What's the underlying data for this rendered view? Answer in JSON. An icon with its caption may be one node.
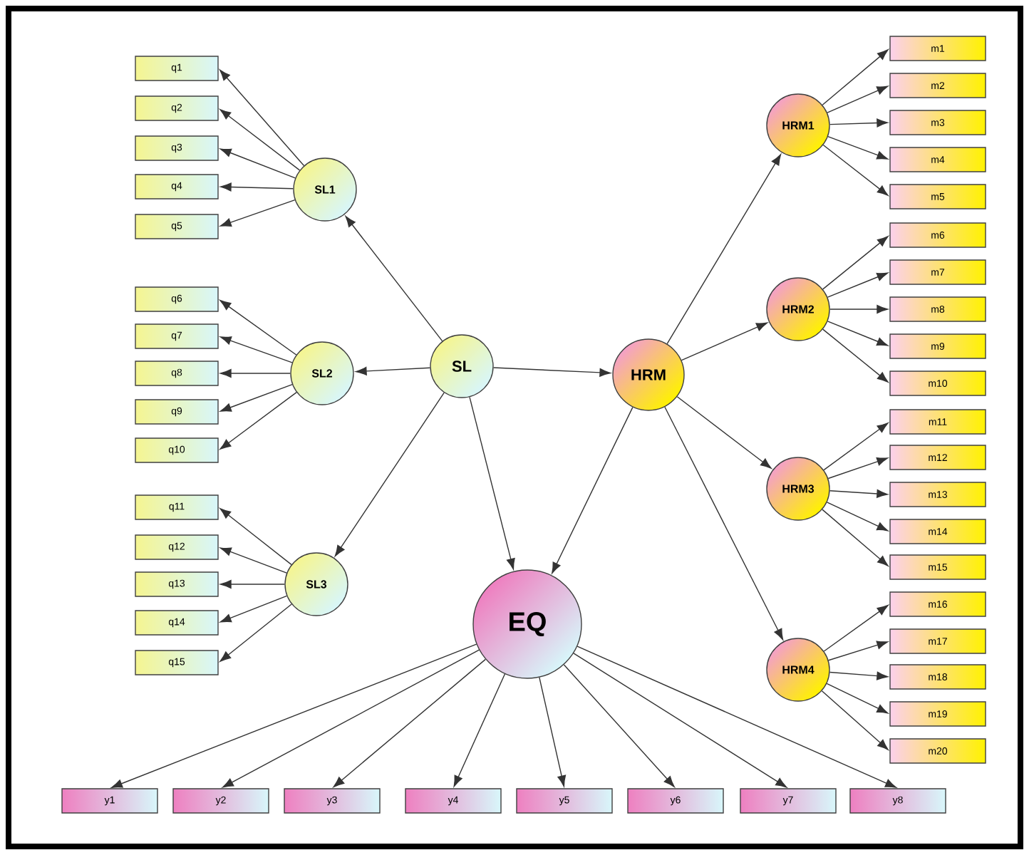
{
  "diagram": {
    "nodes": [
      {
        "text": [
          "SL"
        ]
      },
      {
        "text": [
          "HRM"
        ]
      },
      {
        "text": [
          "EQ"
        ]
      },
      {
        "text": [
          "SL1"
        ]
      },
      {
        "text": [
          "SL2"
        ]
      },
      {
        "text": [
          "SL3"
        ]
      },
      {
        "text": [
          "HRM1"
        ]
      },
      {
        "text": [
          "HRM2"
        ]
      },
      {
        "text": [
          "HRM3"
        ]
      },
      {
        "text": [
          "HRM4"
        ]
      },
      {
        "text": [
          "q1"
        ]
      },
      {
        "text": [
          "q2"
        ]
      },
      {
        "text": [
          "q3"
        ]
      },
      {
        "text": [
          "q4"
        ]
      },
      {
        "text": [
          "q5"
        ]
      },
      {
        "text": [
          "q6"
        ]
      },
      {
        "text": [
          "q7"
        ]
      },
      {
        "text": [
          "q8"
        ]
      },
      {
        "text": [
          "q9"
        ]
      },
      {
        "text": [
          "q10"
        ]
      },
      {
        "text": [
          "q11"
        ]
      },
      {
        "text": [
          "q12"
        ]
      },
      {
        "text": [
          "q13"
        ]
      },
      {
        "text": [
          "q14"
        ]
      },
      {
        "text": [
          "q15"
        ]
      },
      {
        "text": [
          "m1"
        ]
      },
      {
        "text": [
          "m2"
        ]
      },
      {
        "text": [
          "m3"
        ]
      },
      {
        "text": [
          "m4"
        ]
      },
      {
        "text": [
          "m5"
        ]
      },
      {
        "text": [
          "m6"
        ]
      },
      {
        "text": [
          "m7"
        ]
      },
      {
        "text": [
          "m8"
        ]
      },
      {
        "text": [
          "m9"
        ]
      },
      {
        "text": [
          "m10"
        ]
      },
      {
        "text": [
          "m11"
        ]
      },
      {
        "text": [
          "m12"
        ]
      },
      {
        "text": [
          "m13"
        ]
      },
      {
        "text": [
          "m14"
        ]
      },
      {
        "text": [
          "m15"
        ]
      },
      {
        "text": [
          "m16"
        ]
      },
      {
        "text": [
          "m17"
        ]
      },
      {
        "text": [
          "m18"
        ]
      },
      {
        "text": [
          "m19"
        ]
      },
      {
        "text": [
          "m20"
        ]
      },
      {
        "text": [
          "y1"
        ]
      },
      {
        "text": [
          "y2"
        ]
      },
      {
        "text": [
          "y3"
        ]
      },
      {
        "text": [
          "y4"
        ]
      },
      {
        "text": [
          "y5"
        ]
      },
      {
        "text": [
          "y6"
        ]
      },
      {
        "text": [
          "y7"
        ]
      },
      {
        "text": [
          "y8"
        ]
      }
    ],
    "edges": [
      {
        "from": 0,
        "to": 3,
        "arrow": "to"
      },
      {
        "from": 0,
        "to": 4,
        "arrow": "to"
      },
      {
        "from": 0,
        "to": 5,
        "arrow": "to"
      },
      {
        "from": 0,
        "to": 1,
        "arrow": "to"
      },
      {
        "from": 0,
        "to": 2,
        "arrow": "to"
      },
      {
        "from": 1,
        "to": 6,
        "arrow": "to"
      },
      {
        "from": 1,
        "to": 7,
        "arrow": "to"
      },
      {
        "from": 1,
        "to": 8,
        "arrow": "to"
      },
      {
        "from": 1,
        "to": 9,
        "arrow": "to"
      },
      {
        "from": 1,
        "to": 2,
        "arrow": "to"
      },
      {
        "from": 3,
        "to": 10,
        "arrow": "to"
      },
      {
        "from": 3,
        "to": 11,
        "arrow": "to"
      },
      {
        "from": 3,
        "to": 12,
        "arrow": "to"
      },
      {
        "from": 3,
        "to": 13,
        "arrow": "to"
      },
      {
        "from": 3,
        "to": 14,
        "arrow": "to"
      },
      {
        "from": 4,
        "to": 15,
        "arrow": "to"
      },
      {
        "from": 4,
        "to": 16,
        "arrow": "to"
      },
      {
        "from": 4,
        "to": 17,
        "arrow": "to"
      },
      {
        "from": 4,
        "to": 18,
        "arrow": "to"
      },
      {
        "from": 4,
        "to": 19,
        "arrow": "to"
      },
      {
        "from": 5,
        "to": 20,
        "arrow": "to"
      },
      {
        "from": 5,
        "to": 21,
        "arrow": "to"
      },
      {
        "from": 5,
        "to": 22,
        "arrow": "to"
      },
      {
        "from": 5,
        "to": 23,
        "arrow": "to"
      },
      {
        "from": 5,
        "to": 24,
        "arrow": "to"
      },
      {
        "from": 6,
        "to": 25,
        "arrow": "to"
      },
      {
        "from": 6,
        "to": 26,
        "arrow": "to"
      },
      {
        "from": 6,
        "to": 27,
        "arrow": "to"
      },
      {
        "from": 6,
        "to": 28,
        "arrow": "to"
      },
      {
        "from": 6,
        "to": 29,
        "arrow": "to"
      },
      {
        "from": 7,
        "to": 30,
        "arrow": "to"
      },
      {
        "from": 7,
        "to": 31,
        "arrow": "to"
      },
      {
        "from": 7,
        "to": 32,
        "arrow": "to"
      },
      {
        "from": 7,
        "to": 33,
        "arrow": "to"
      },
      {
        "from": 7,
        "to": 34,
        "arrow": "to"
      },
      {
        "from": 8,
        "to": 35,
        "arrow": "to"
      },
      {
        "from": 8,
        "to": 36,
        "arrow": "to"
      },
      {
        "from": 8,
        "to": 37,
        "arrow": "to"
      },
      {
        "from": 8,
        "to": 38,
        "arrow": "to"
      },
      {
        "from": 8,
        "to": 39,
        "arrow": "to"
      },
      {
        "from": 9,
        "to": 40,
        "arrow": "to"
      },
      {
        "from": 9,
        "to": 41,
        "arrow": "to"
      },
      {
        "from": 9,
        "to": 42,
        "arrow": "to"
      },
      {
        "from": 9,
        "to": 43,
        "arrow": "to"
      },
      {
        "from": 9,
        "to": 44,
        "arrow": "to"
      },
      {
        "from": 2,
        "to": 45,
        "arrow": "to"
      },
      {
        "from": 2,
        "to": 46,
        "arrow": "to"
      },
      {
        "from": 2,
        "to": 47,
        "arrow": "to"
      },
      {
        "from": 2,
        "to": 48,
        "arrow": "to"
      },
      {
        "from": 2,
        "to": 49,
        "arrow": "to"
      },
      {
        "from": 2,
        "to": 50,
        "arrow": "to"
      },
      {
        "from": 2,
        "to": 51,
        "arrow": "to"
      },
      {
        "from": 2,
        "to": 52,
        "arrow": "to"
      }
    ]
  }
}
